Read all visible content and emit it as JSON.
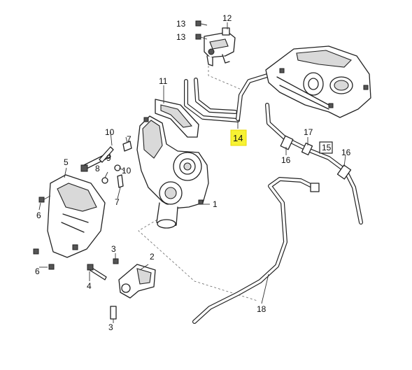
{
  "labels": {
    "l1": "1",
    "l2": "2",
    "l3a": "3",
    "l3b": "3",
    "l4": "4",
    "l5": "5",
    "l6a": "6",
    "l6b": "6",
    "l7a": "7",
    "l7b": "7",
    "l8": "8",
    "l9": "9",
    "l10a": "10",
    "l10b": "10",
    "l11": "11",
    "l12": "12",
    "l13a": "13",
    "l13b": "13",
    "l14": "14",
    "l15": "15",
    "l16a": "16",
    "l16b": "16",
    "l17": "17",
    "l18": "18"
  },
  "highlight": {
    "part": "14",
    "color": "#f7f233"
  }
}
